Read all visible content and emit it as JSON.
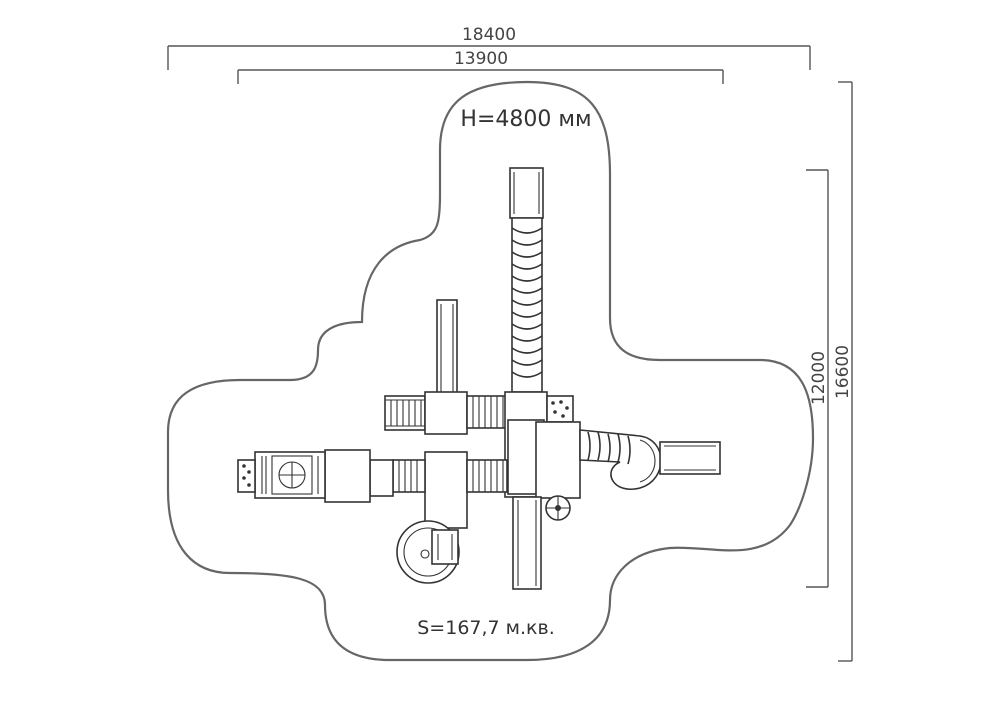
{
  "dimensions": {
    "outer_width": "18400",
    "inner_width": "13900",
    "inner_height": "12000",
    "outer_height": "16600"
  },
  "labels": {
    "height": "H=4800 мм",
    "area": "S=167,7 м.кв."
  },
  "colors": {
    "outline": "#666666",
    "equipment": "#333333",
    "dimension": "#555555"
  }
}
